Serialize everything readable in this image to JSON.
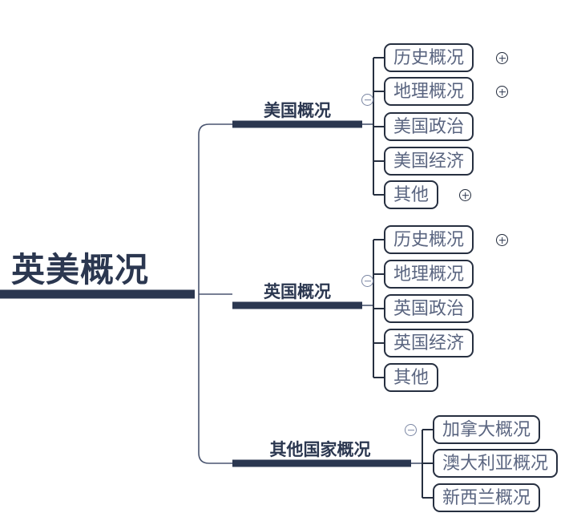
{
  "diagram": {
    "type": "mindmap",
    "title": "英美概况",
    "colors": {
      "node_text": "#2b3750",
      "leaf_text": "#5a6580",
      "leaf_border": "#262f40",
      "trunk": "#2b3750",
      "connector": "#4a5570",
      "background": "#ffffff"
    }
  },
  "root": {
    "label": "英美概况",
    "toggle": null
  },
  "branches": [
    {
      "id": "usa",
      "label": "美国概况",
      "toggle": "minus-icon",
      "children": [
        {
          "label": "历史概况",
          "toggle": "plus-icon"
        },
        {
          "label": "地理概况",
          "toggle": "plus-icon"
        },
        {
          "label": "美国政治",
          "toggle": null
        },
        {
          "label": "美国经济",
          "toggle": null
        },
        {
          "label": "其他",
          "toggle": "plus-icon"
        }
      ]
    },
    {
      "id": "uk",
      "label": "英国概况",
      "toggle": "minus-icon",
      "children": [
        {
          "label": "历史概况",
          "toggle": "plus-icon"
        },
        {
          "label": "地理概况",
          "toggle": null
        },
        {
          "label": "英国政治",
          "toggle": null
        },
        {
          "label": "英国经济",
          "toggle": null
        },
        {
          "label": "其他",
          "toggle": null
        }
      ]
    },
    {
      "id": "other",
      "label": "其他国家概况",
      "toggle": "minus-icon",
      "children": [
        {
          "label": "加拿大概况",
          "toggle": null
        },
        {
          "label": "澳大利亚概况",
          "toggle": null
        },
        {
          "label": "新西兰概况",
          "toggle": null
        }
      ]
    }
  ]
}
